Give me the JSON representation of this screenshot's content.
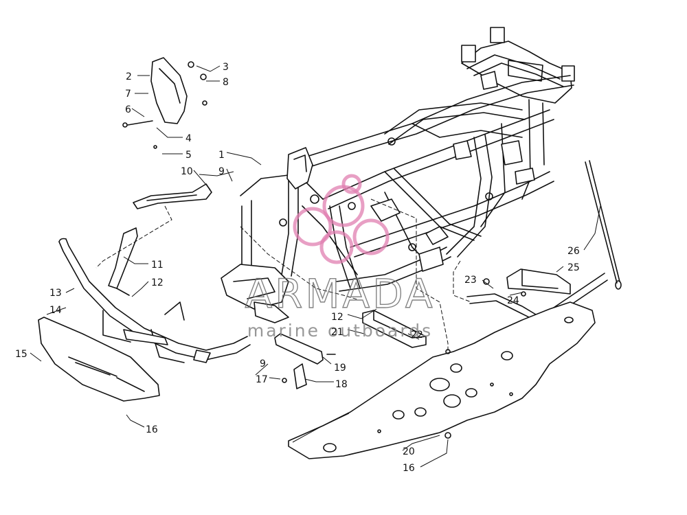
{
  "diagram": {
    "callouts": [
      {
        "id": "c1",
        "label": "1"
      },
      {
        "id": "c2",
        "label": "2"
      },
      {
        "id": "c3",
        "label": "3"
      },
      {
        "id": "c4",
        "label": "4"
      },
      {
        "id": "c5",
        "label": "5"
      },
      {
        "id": "c6",
        "label": "6"
      },
      {
        "id": "c7",
        "label": "7"
      },
      {
        "id": "c8",
        "label": "8"
      },
      {
        "id": "c9a",
        "label": "9"
      },
      {
        "id": "c9b",
        "label": "9"
      },
      {
        "id": "c10",
        "label": "10"
      },
      {
        "id": "c11",
        "label": "11"
      },
      {
        "id": "c12a",
        "label": "12"
      },
      {
        "id": "c12b",
        "label": "12"
      },
      {
        "id": "c13",
        "label": "13"
      },
      {
        "id": "c14",
        "label": "14"
      },
      {
        "id": "c15",
        "label": "15"
      },
      {
        "id": "c16a",
        "label": "16"
      },
      {
        "id": "c16b",
        "label": "16"
      },
      {
        "id": "c17",
        "label": "17"
      },
      {
        "id": "c18",
        "label": "18"
      },
      {
        "id": "c19",
        "label": "19"
      },
      {
        "id": "c20",
        "label": "20"
      },
      {
        "id": "c21",
        "label": "21"
      },
      {
        "id": "c22",
        "label": "22"
      },
      {
        "id": "c23",
        "label": "23"
      },
      {
        "id": "c24",
        "label": "24"
      },
      {
        "id": "c25",
        "label": "25"
      },
      {
        "id": "c26",
        "label": "26"
      }
    ]
  },
  "watermark": {
    "brand": "ARMADA",
    "tagline": "marine outboards",
    "accent_color": "#e07fb0"
  }
}
